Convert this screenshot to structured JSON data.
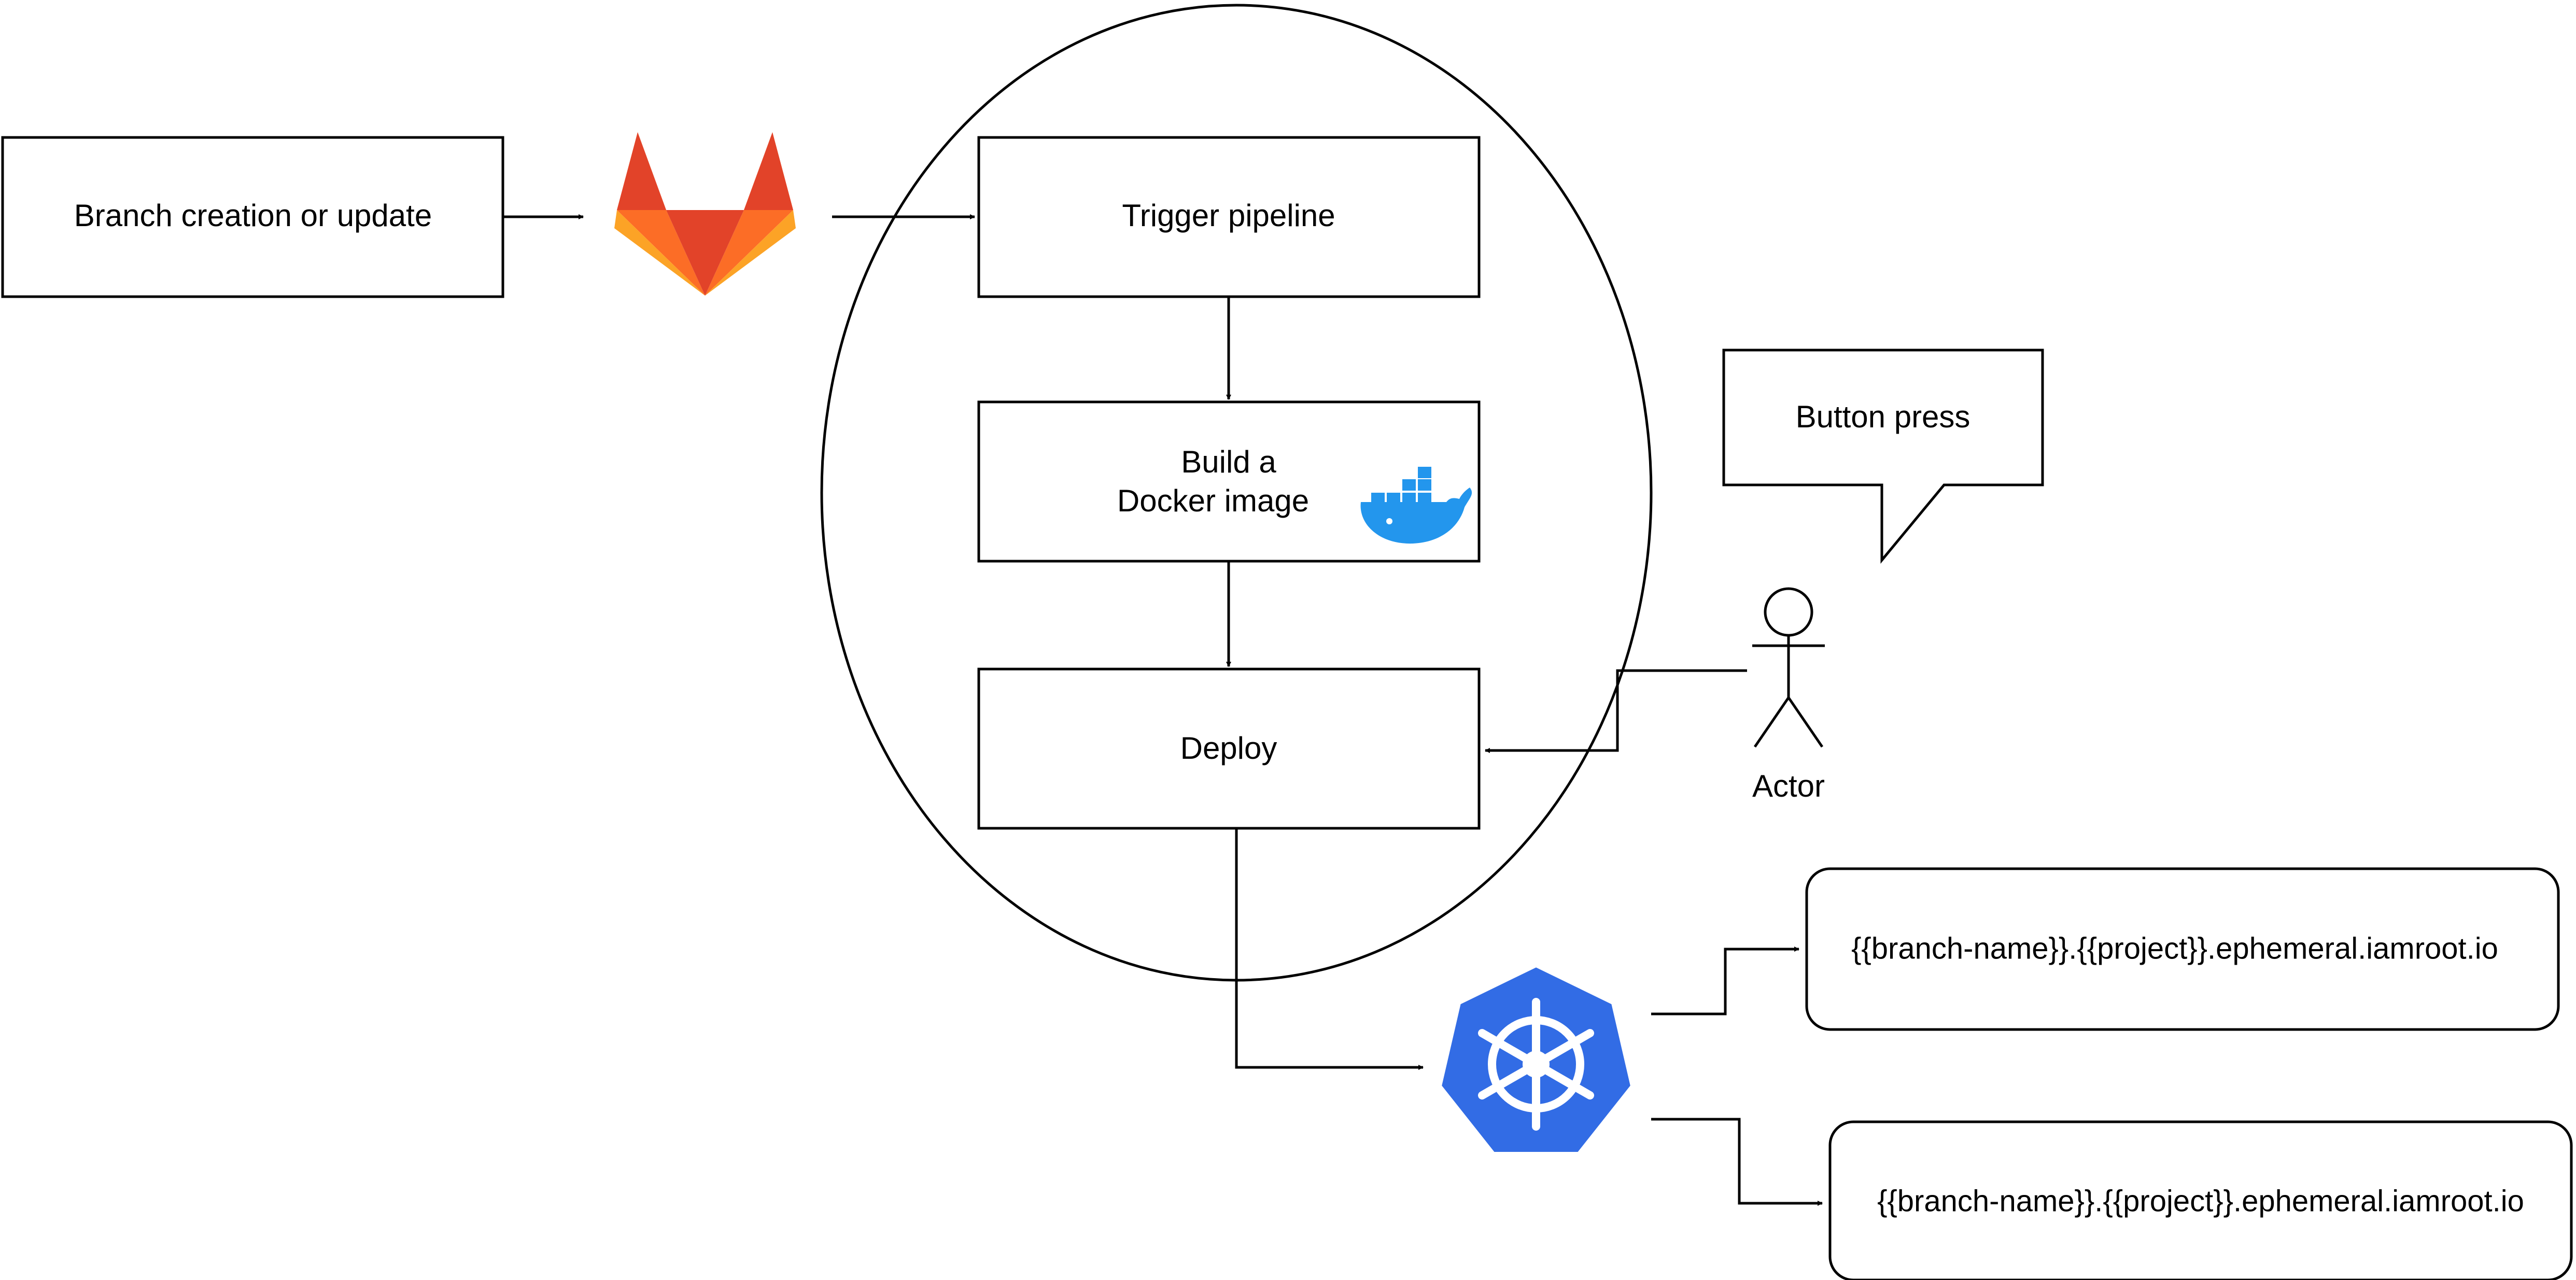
{
  "nodes": {
    "branch_update": "Branch creation or update",
    "trigger_pipeline": "Trigger pipeline",
    "build_line1": "Build a",
    "build_line2": "Docker image",
    "deploy": "Deploy",
    "button_press": "Button press",
    "actor": "Actor",
    "url_1": "{{branch-name}}.{{project}}.ephemeral.iamroot.io",
    "url_2": "{{branch-name}}.{{project}}.ephemeral.iamroot.io"
  },
  "icons": {
    "gitlab": "gitlab-icon",
    "docker": "docker-icon",
    "kubernetes": "kubernetes-icon",
    "actor": "stick-figure-icon"
  },
  "colors": {
    "gitlab_dark": "#E24329",
    "gitlab_mid": "#FC6D26",
    "gitlab_light": "#FCA326",
    "docker_blue": "#2396ED",
    "kubernetes_blue": "#326CE5"
  }
}
